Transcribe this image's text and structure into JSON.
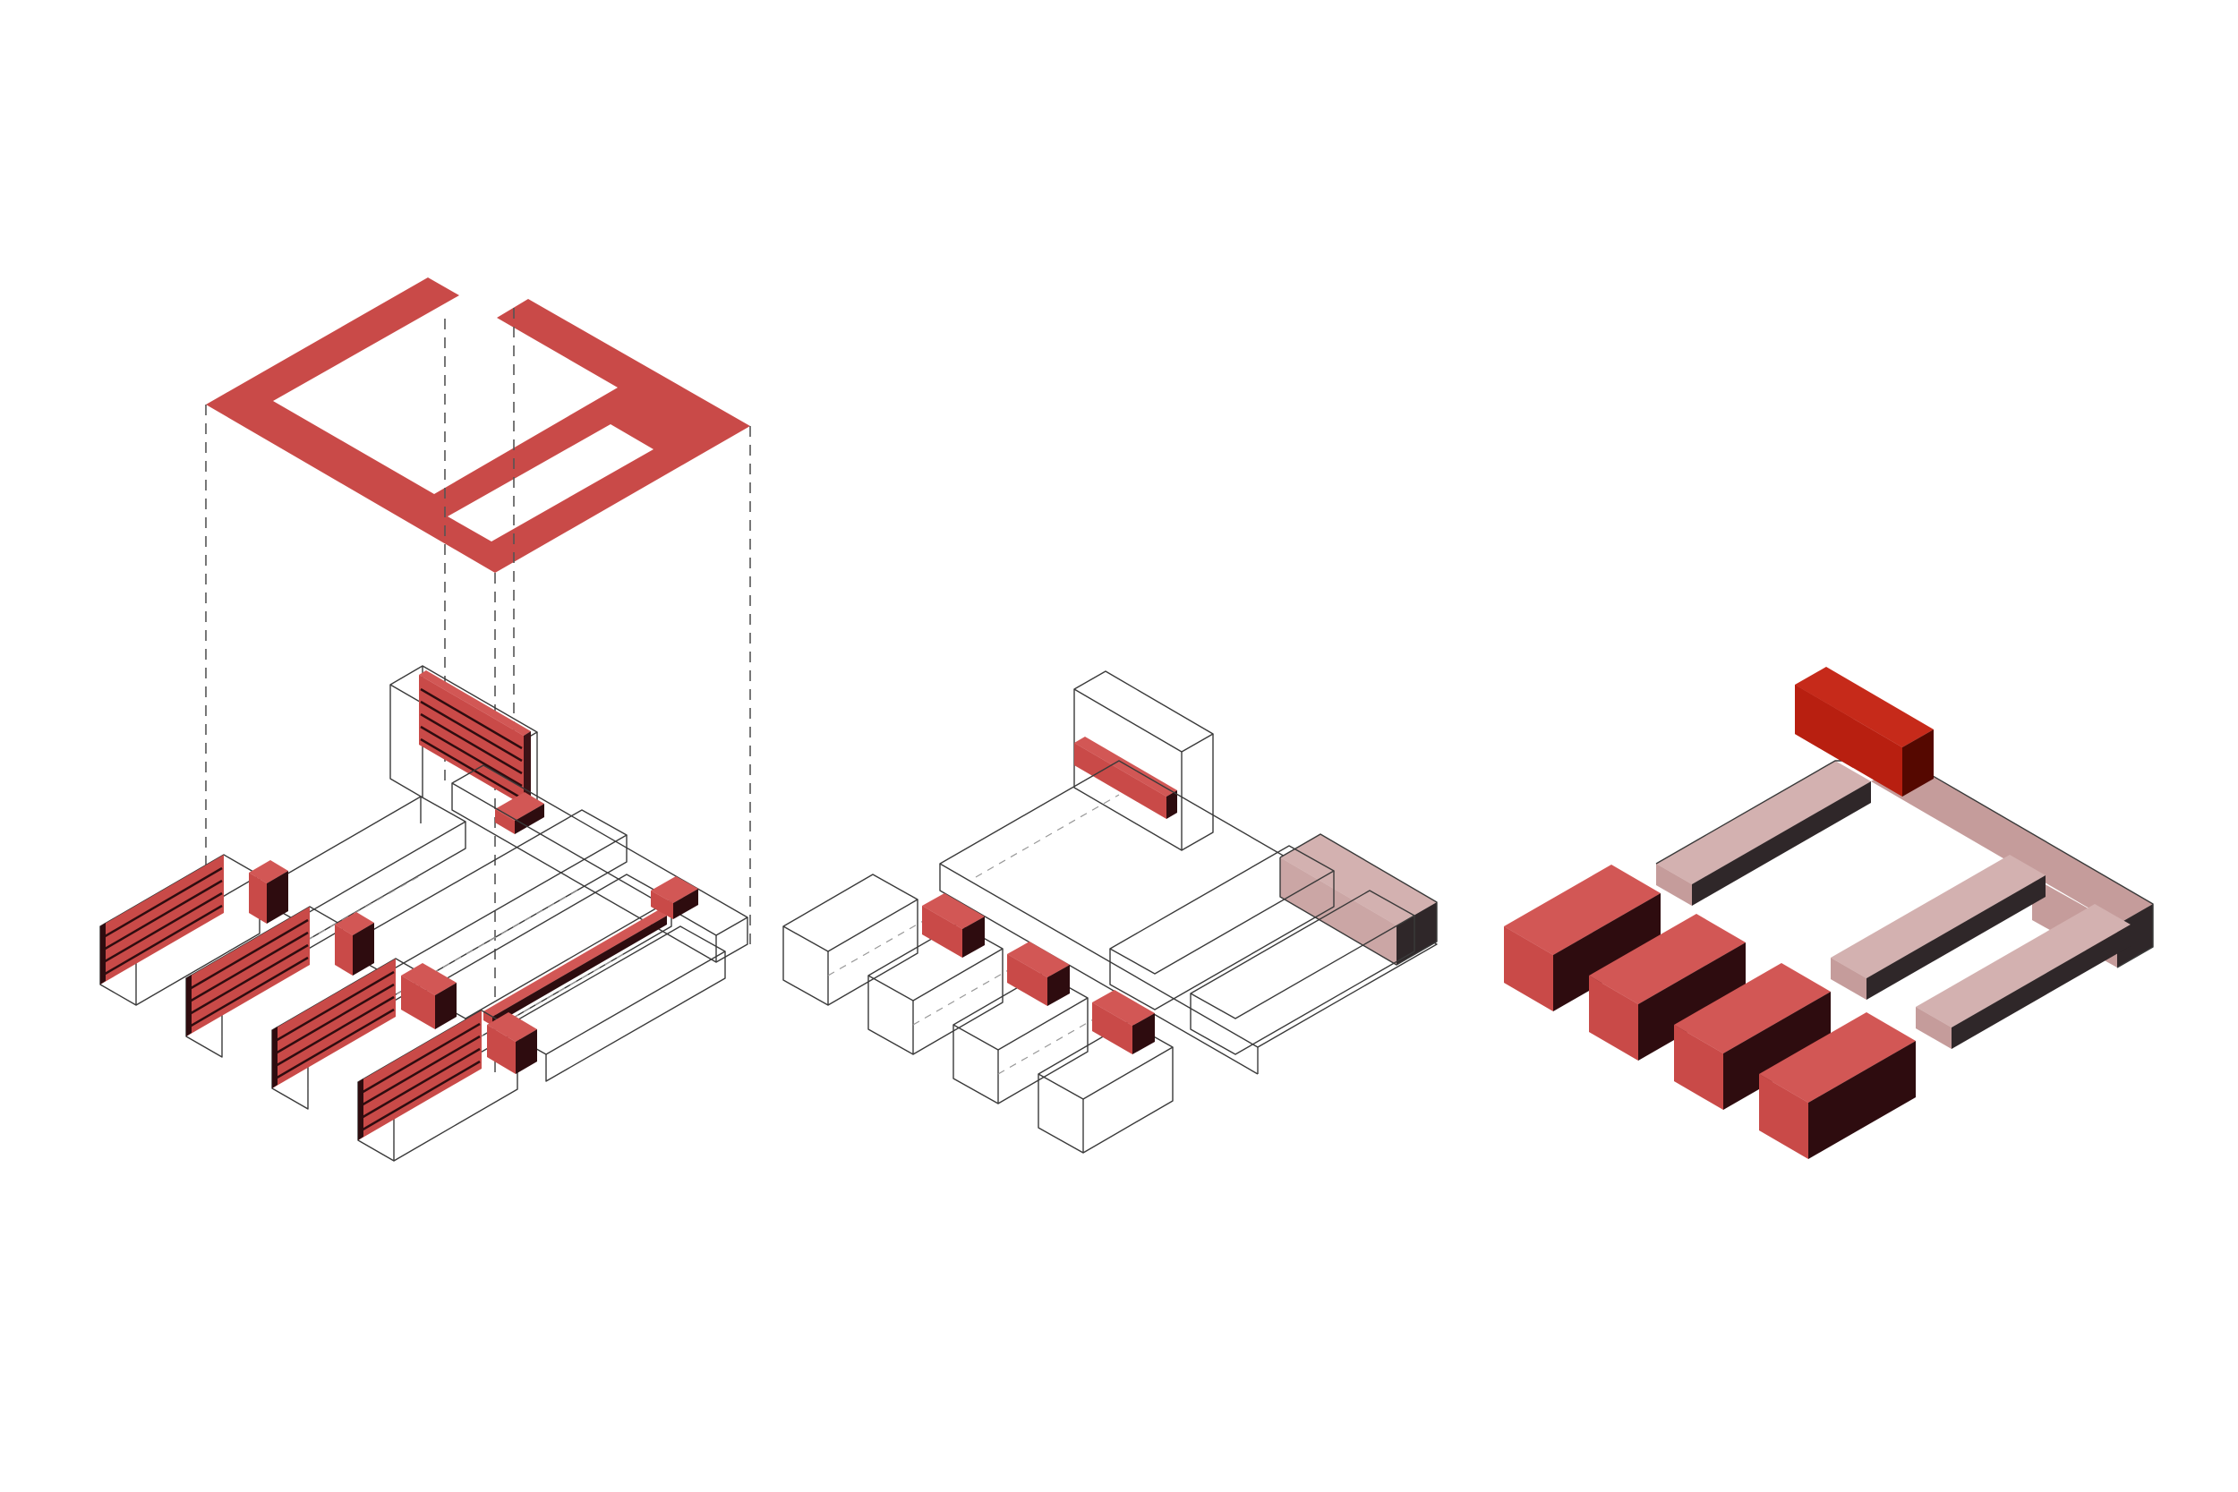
{
  "title": "",
  "palette": {
    "red": "#c94a48",
    "red_top": "#d25755",
    "dark": "#2e0c0f",
    "dark_side": "#3c1216",
    "pink": "#c59c9b",
    "pink_top": "#d3b1b0",
    "charcoal": "#2f2729",
    "bright": "#b81f10",
    "bright_top": "#c62a1a",
    "bright_side": "#550800",
    "line": "#3a3a3a"
  },
  "panels": [
    {
      "id": "exploded-structure",
      "caption": ""
    },
    {
      "id": "program-cores",
      "caption": ""
    },
    {
      "id": "solid-massing",
      "caption": ""
    }
  ]
}
